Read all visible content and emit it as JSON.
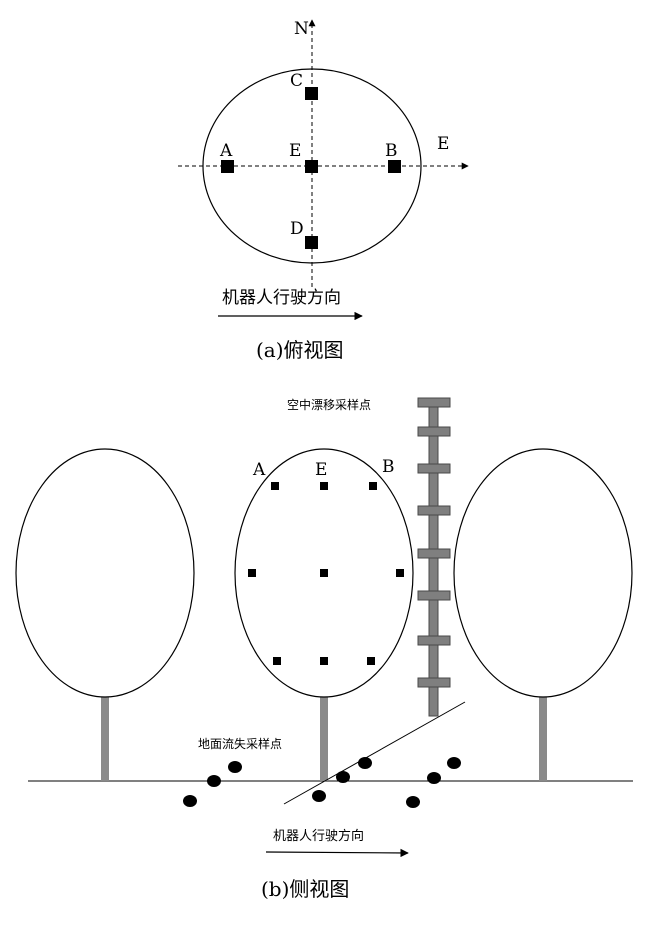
{
  "top_view": {
    "axis_north_label": "N",
    "axis_east_label": "E",
    "points": {
      "A": "A",
      "B": "B",
      "C": "C",
      "D": "D",
      "E": "E"
    },
    "direction_label": "机器人行驶方向",
    "caption": "(a)俯视图"
  },
  "side_view": {
    "air_sampler_label": "空中漂移采样点",
    "ground_sampler_label": "地面流失采样点",
    "points": {
      "A": "A",
      "E": "E",
      "B": "B"
    },
    "direction_label": "机器人行驶方向",
    "caption": "(b)侧视图"
  },
  "colors": {
    "line": "#000000",
    "trunk": "#8a8a8a",
    "pole": "#7f7f7f",
    "pole_outline": "#4a4a4a"
  }
}
